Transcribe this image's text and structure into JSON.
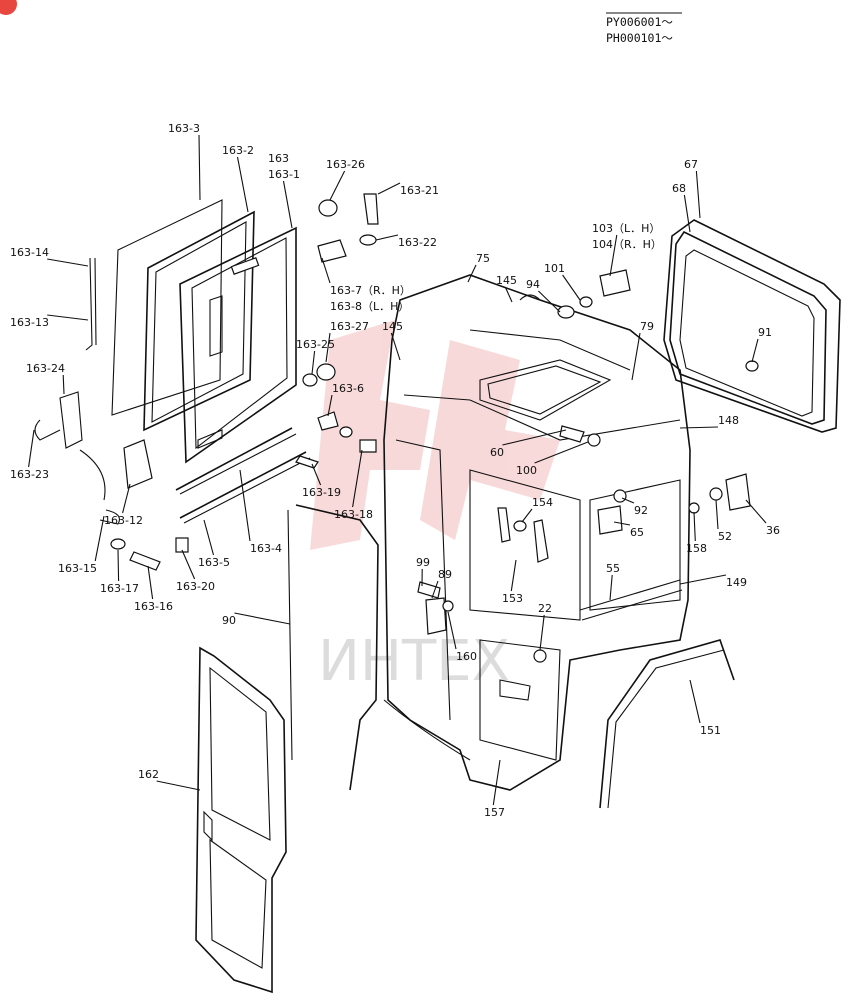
{
  "serial_range": [
    "PY006001～",
    "PH000101～"
  ],
  "watermark_text": "ИНТЕХ",
  "colors": {
    "ink": "#111111",
    "watermark": "#e25555",
    "corner_badge": "#e8473f"
  },
  "part_labels": [
    "163-3",
    "163-2",
    "163",
    "163-1",
    "163-26",
    "163-21",
    "163-22",
    "163-14",
    "163-13",
    "163-7（R．H）",
    "163-8（L．H）",
    "163-27",
    "163-25",
    "163-6",
    "163-24",
    "163-23",
    "163-12",
    "163-19",
    "163-18",
    "163-4",
    "163-5",
    "163-15",
    "163-17",
    "163-16",
    "163-20",
    "90",
    "162",
    "75",
    "145",
    "145",
    "101",
    "94",
    "103（L．H）",
    "104（R．H）",
    "79",
    "67",
    "68",
    "91",
    "148",
    "60",
    "100",
    "154",
    "92",
    "65",
    "36",
    "52",
    "158",
    "99",
    "89",
    "153",
    "22",
    "55",
    "149",
    "160",
    "157",
    "151"
  ]
}
